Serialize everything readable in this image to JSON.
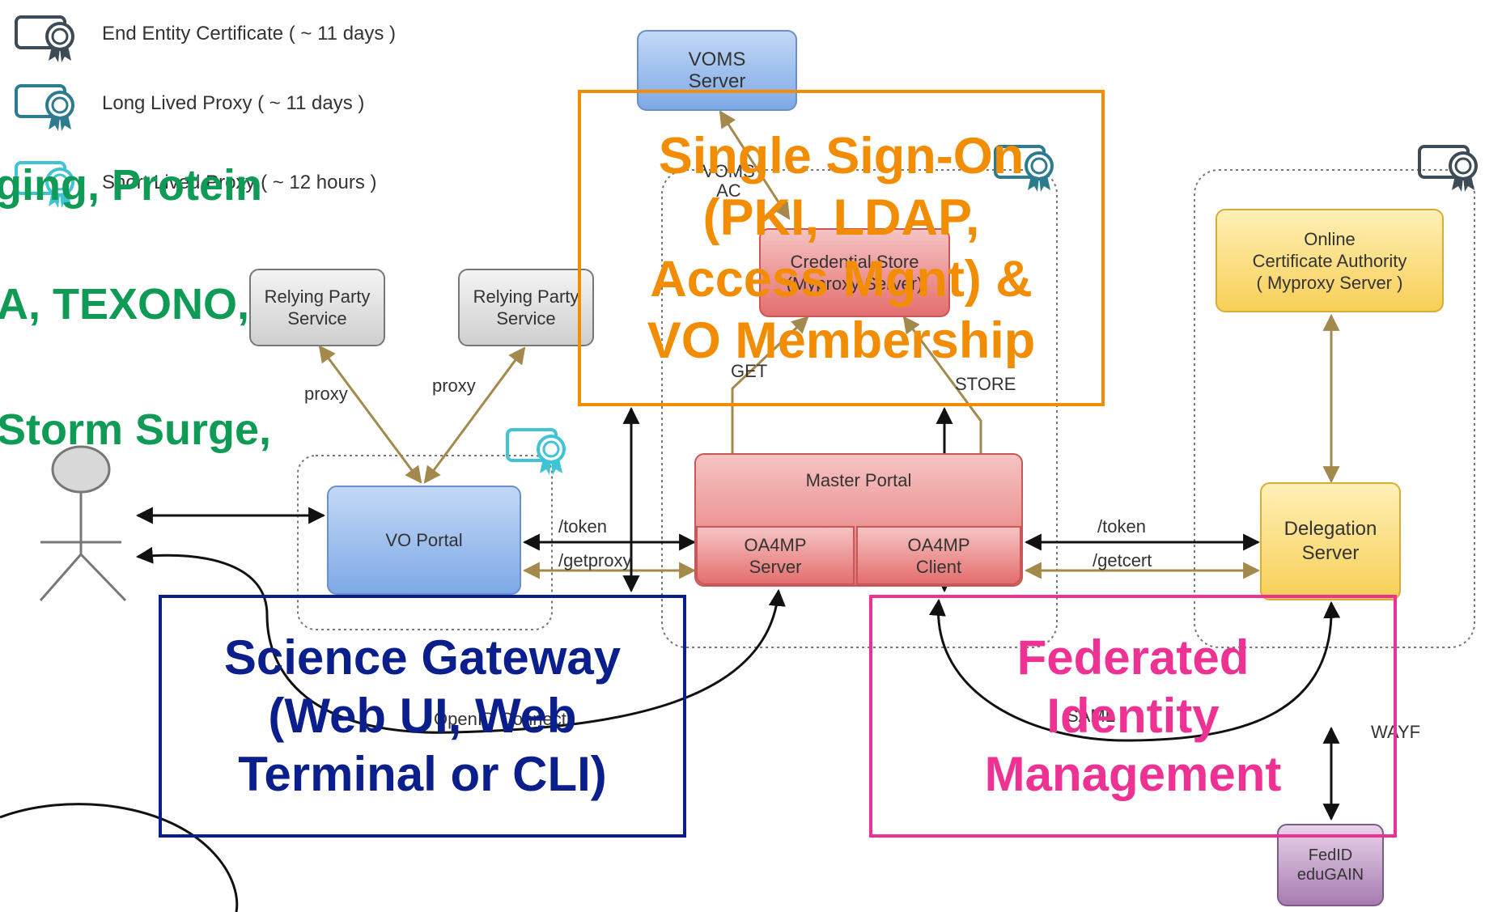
{
  "legend": {
    "items": [
      {
        "label": "End Entity Certificate ( ~ 11 days )"
      },
      {
        "label": "Long Lived Proxy ( ~ 11 days )"
      },
      {
        "label": "Short Lived Proxy ( ~ 12 hours )"
      }
    ]
  },
  "background_text": {
    "line1": "ging, Protein",
    "line2": "A, TEXONO,",
    "line3": "Storm Surge,"
  },
  "nodes": {
    "voms_server": "VOMS\nServer",
    "voms_ac": "VOMS\nAC",
    "credential_store": "Credential Store\n(Myproxy Server)",
    "relying_party_1": "Relying Party\nService",
    "relying_party_2": "Relying Party\nService",
    "vo_portal": "VO Portal",
    "master_portal": "Master Portal",
    "oa4mp_server": "OA4MP\nServer",
    "oa4mp_client": "OA4MP\nClient",
    "online_ca": "Online\nCertificate Authority\n( Myproxy Server )",
    "delegation_server": "Delegation\nServer",
    "fedid": "FedID\neduGAIN"
  },
  "edge_labels": {
    "proxy_left": "proxy",
    "proxy_right": "proxy",
    "token_left": "/token",
    "getproxy": "/getproxy",
    "token_right": "/token",
    "getcert": "/getcert",
    "get": "GET",
    "store": "STORE",
    "openid_connect": "OpenID Connect",
    "saml": "SAML",
    "wayf": "WAYF"
  },
  "overlays": {
    "sso": "Single Sign-On\n(PKI, LDAP,\nAccess Mgnt) &\nVO Membership",
    "science_gateway": "Science Gateway\n(Web UI, Web\nTerminal or CLI)",
    "federated_identity": "Federated\nIdentity\nManagement"
  },
  "colors": {
    "orange": "#f28c00",
    "navy": "#0a1e8c",
    "pink": "#ee3293",
    "green": "#0f9a55",
    "tan_arrow": "#a38a4c"
  }
}
